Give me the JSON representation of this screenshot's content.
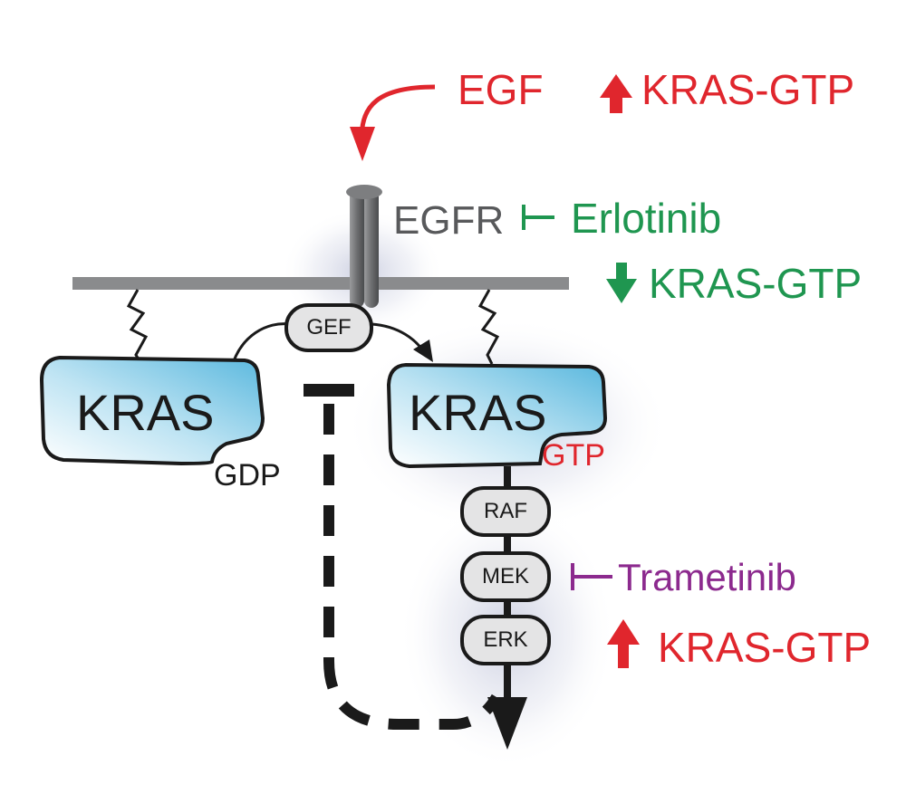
{
  "labels": {
    "egf": "EGF",
    "kras_gtp_top": "KRAS-GTP",
    "egfr": "EGFR",
    "erlotinib": "Erlotinib",
    "kras_gtp_mid": "KRAS-GTP",
    "trametinib": "Trametinib",
    "kras_gtp_bottom": "KRAS-GTP"
  },
  "nodes": {
    "gef": "GEF",
    "kras_left": "KRAS",
    "gdp": "GDP",
    "kras_right": "KRAS",
    "gtp": "GTP",
    "raf": "RAF",
    "mek": "MEK",
    "erk": "ERK"
  },
  "colors": {
    "red": "#e0262d",
    "green": "#1f9650",
    "purple": "#8c2a8e",
    "gray": "#58595b",
    "kras_blue": "#6cc3e2",
    "membrane": "#8a8b8d"
  }
}
